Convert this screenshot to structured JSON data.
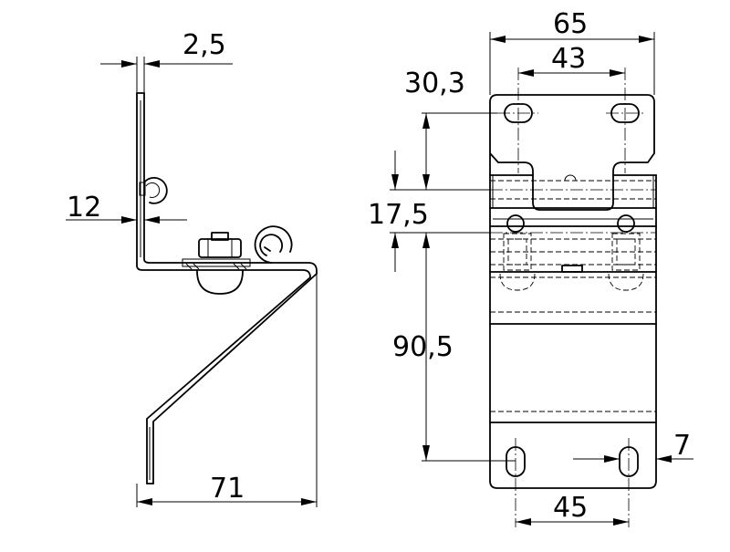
{
  "dimensions": {
    "thickness": "2,5",
    "eye_offset": "12",
    "depth": "71",
    "total_width": "65",
    "inner_width": "43",
    "top_hole_height": "30,3",
    "hinge_height": "17,5",
    "main_height": "90,5",
    "bottom_width": "45",
    "bottom_offset": "7"
  }
}
